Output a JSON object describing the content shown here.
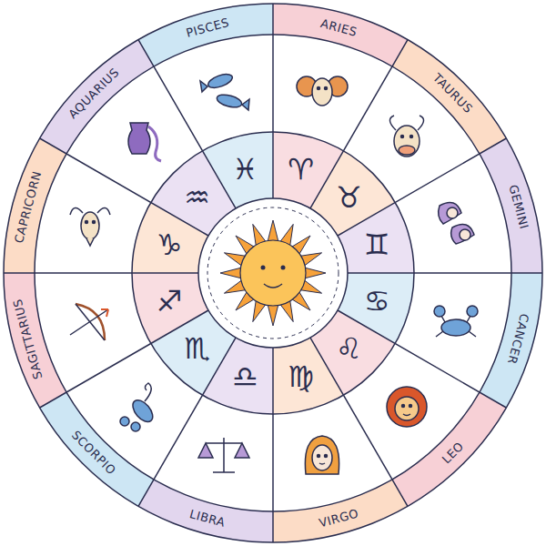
{
  "diagram": {
    "nodes": [
      {
        "text": [
          "ARIES"
        ]
      },
      {
        "text": [
          "TAURUS"
        ]
      },
      {
        "text": [
          "GEMINI"
        ]
      },
      {
        "text": [
          "CANCER"
        ]
      },
      {
        "text": [
          "LEO"
        ]
      },
      {
        "text": [
          "VIRGO"
        ]
      },
      {
        "text": [
          "LIBRA"
        ]
      },
      {
        "text": [
          "SCORPIO"
        ]
      },
      {
        "text": [
          "SAGITTARIUS"
        ]
      },
      {
        "text": [
          "CAPRICORN"
        ]
      },
      {
        "text": [
          "AQUARIUS"
        ]
      },
      {
        "text": [
          "PISCES"
        ]
      }
    ],
    "labels": [
      "♈",
      "♉",
      "♊",
      "♋",
      "♌",
      "♍",
      "♎",
      "♏",
      "♐",
      "♑",
      "♒",
      "♓"
    ]
  }
}
